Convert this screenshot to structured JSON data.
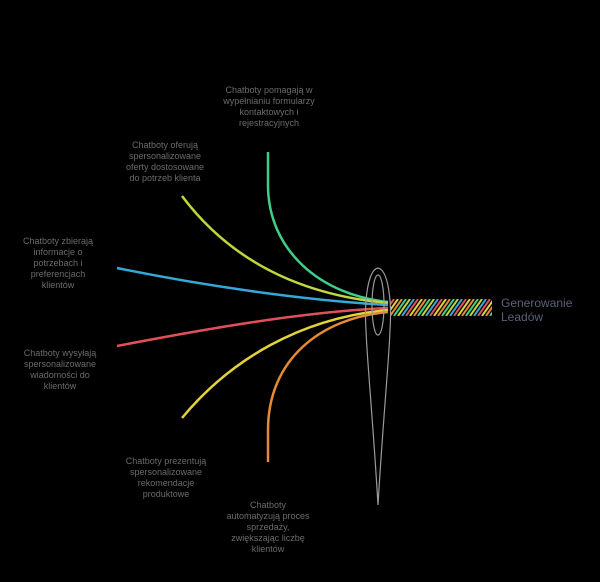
{
  "title": "Generowanie Leadów",
  "threads": [
    {
      "label": "Chatboty pomagają w wypełnianiu formularzy kontaktowych i rejestracyjnych",
      "color": "#3fcf8a"
    },
    {
      "label": "Chatboty oferują spersonalizowane oferty dostosowane do potrzeb klienta",
      "color": "#c2d63c"
    },
    {
      "label": "Chatboty zbierają informacje o potrzebach i preferencjach klientów",
      "color": "#35a8d8"
    },
    {
      "label": "Chatboty wysyłają spersonalizowane wiadomości do klientów",
      "color": "#e0505a"
    },
    {
      "label": "Chatboty prezentują spersonalizowane rekomendacje produktowe",
      "color": "#e3d23a"
    },
    {
      "label": "Chatboty automatyzują proces sprzedaży, zwiększając liczbę klientów",
      "color": "#e58a35"
    }
  ]
}
